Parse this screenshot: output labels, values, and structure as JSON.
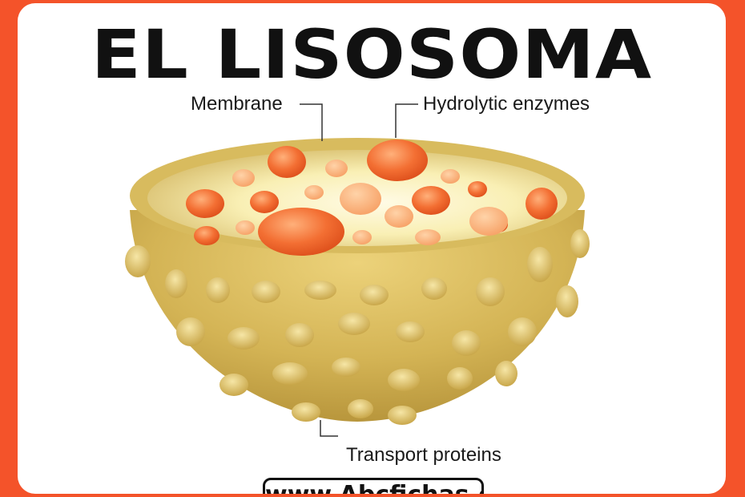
{
  "title": "EL LISOSOMA",
  "labels": {
    "membrane": "Membrane",
    "enzymes": "Hydrolytic enzymes",
    "transport": "Transport proteins"
  },
  "website": "www.Abcfichas.com",
  "colors": {
    "background_border": "#f4532a",
    "shell": "#d6b85a",
    "shell_shadow": "#b9953a",
    "interior": "#fbf3c0",
    "enzyme": "#f3753a",
    "title_text": "#111111"
  }
}
